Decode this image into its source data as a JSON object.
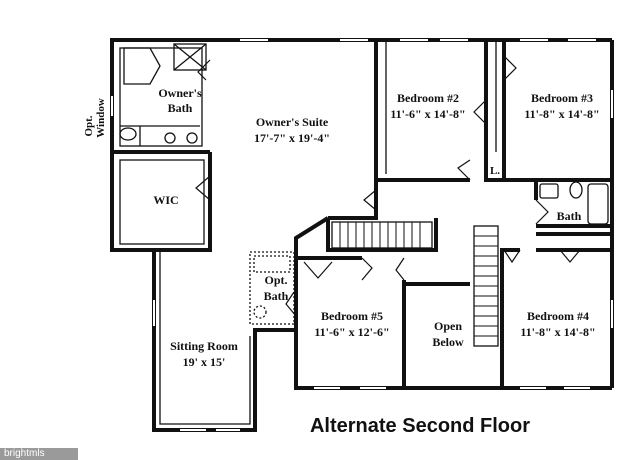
{
  "title": "Alternate Second Floor",
  "watermark": "brightmls",
  "rooms": {
    "opt_window": {
      "line1": "Opt.",
      "line2": "Window"
    },
    "owners_bath": {
      "line1": "Owner's",
      "line2": "Bath"
    },
    "owners_suite": {
      "name": "Owner's Suite",
      "dims": "17'-7\" x 19'-4\""
    },
    "wic": {
      "name": "WIC"
    },
    "bedroom2": {
      "name": "Bedroom #2",
      "dims": "11'-6\" x 14'-8\""
    },
    "bedroom3": {
      "name": "Bedroom #3",
      "dims": "11'-8\" x 14'-8\""
    },
    "linen": {
      "name": "L."
    },
    "bath": {
      "name": "Bath"
    },
    "opt_bath": {
      "line1": "Opt.",
      "line2": "Bath"
    },
    "bedroom5": {
      "name": "Bedroom #5",
      "dims": "11'-6\" x 12'-6\""
    },
    "open_below": {
      "line1": "Open",
      "line2": "Below"
    },
    "bedroom4": {
      "name": "Bedroom #4",
      "dims": "11'-8\" x 14'-8\""
    },
    "sitting_room": {
      "name": "Sitting Room",
      "dims": "19' x 15'"
    }
  }
}
